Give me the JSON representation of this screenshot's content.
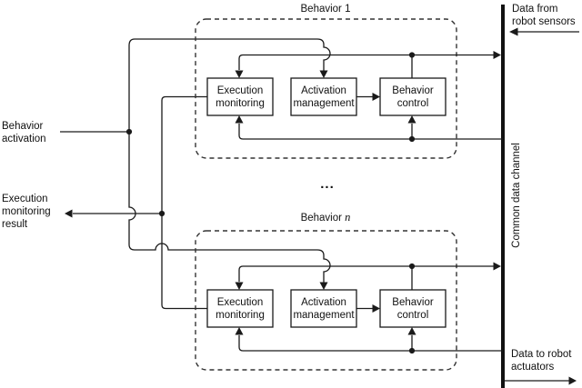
{
  "diagram": {
    "behavior1": {
      "title": "Behavior 1"
    },
    "behaviorN": {
      "title_prefix": "Behavior ",
      "title_var": "n"
    },
    "ellipsis": "...",
    "modules": {
      "execution_monitoring": {
        "line1": "Execution",
        "line2": "monitoring"
      },
      "activation_management": {
        "line1": "Activation",
        "line2": "management"
      },
      "behavior_control": {
        "line1": "Behavior",
        "line2": "control"
      }
    },
    "left": {
      "behavior_activation": {
        "line1": "Behavior",
        "line2": "activation"
      },
      "execution_monitoring_result": {
        "line1": "Execution",
        "line2": "monitoring",
        "line3": "result"
      }
    },
    "right": {
      "data_from_sensors": {
        "line1": "Data from",
        "line2": "robot sensors"
      },
      "data_to_actuators": {
        "line1": "Data to robot",
        "line2": "actuators"
      },
      "channel_label": "Common data channel"
    },
    "colors": {
      "line": "#1a1a1a",
      "background": "#ffffff",
      "dashed_border": "#333333"
    }
  }
}
